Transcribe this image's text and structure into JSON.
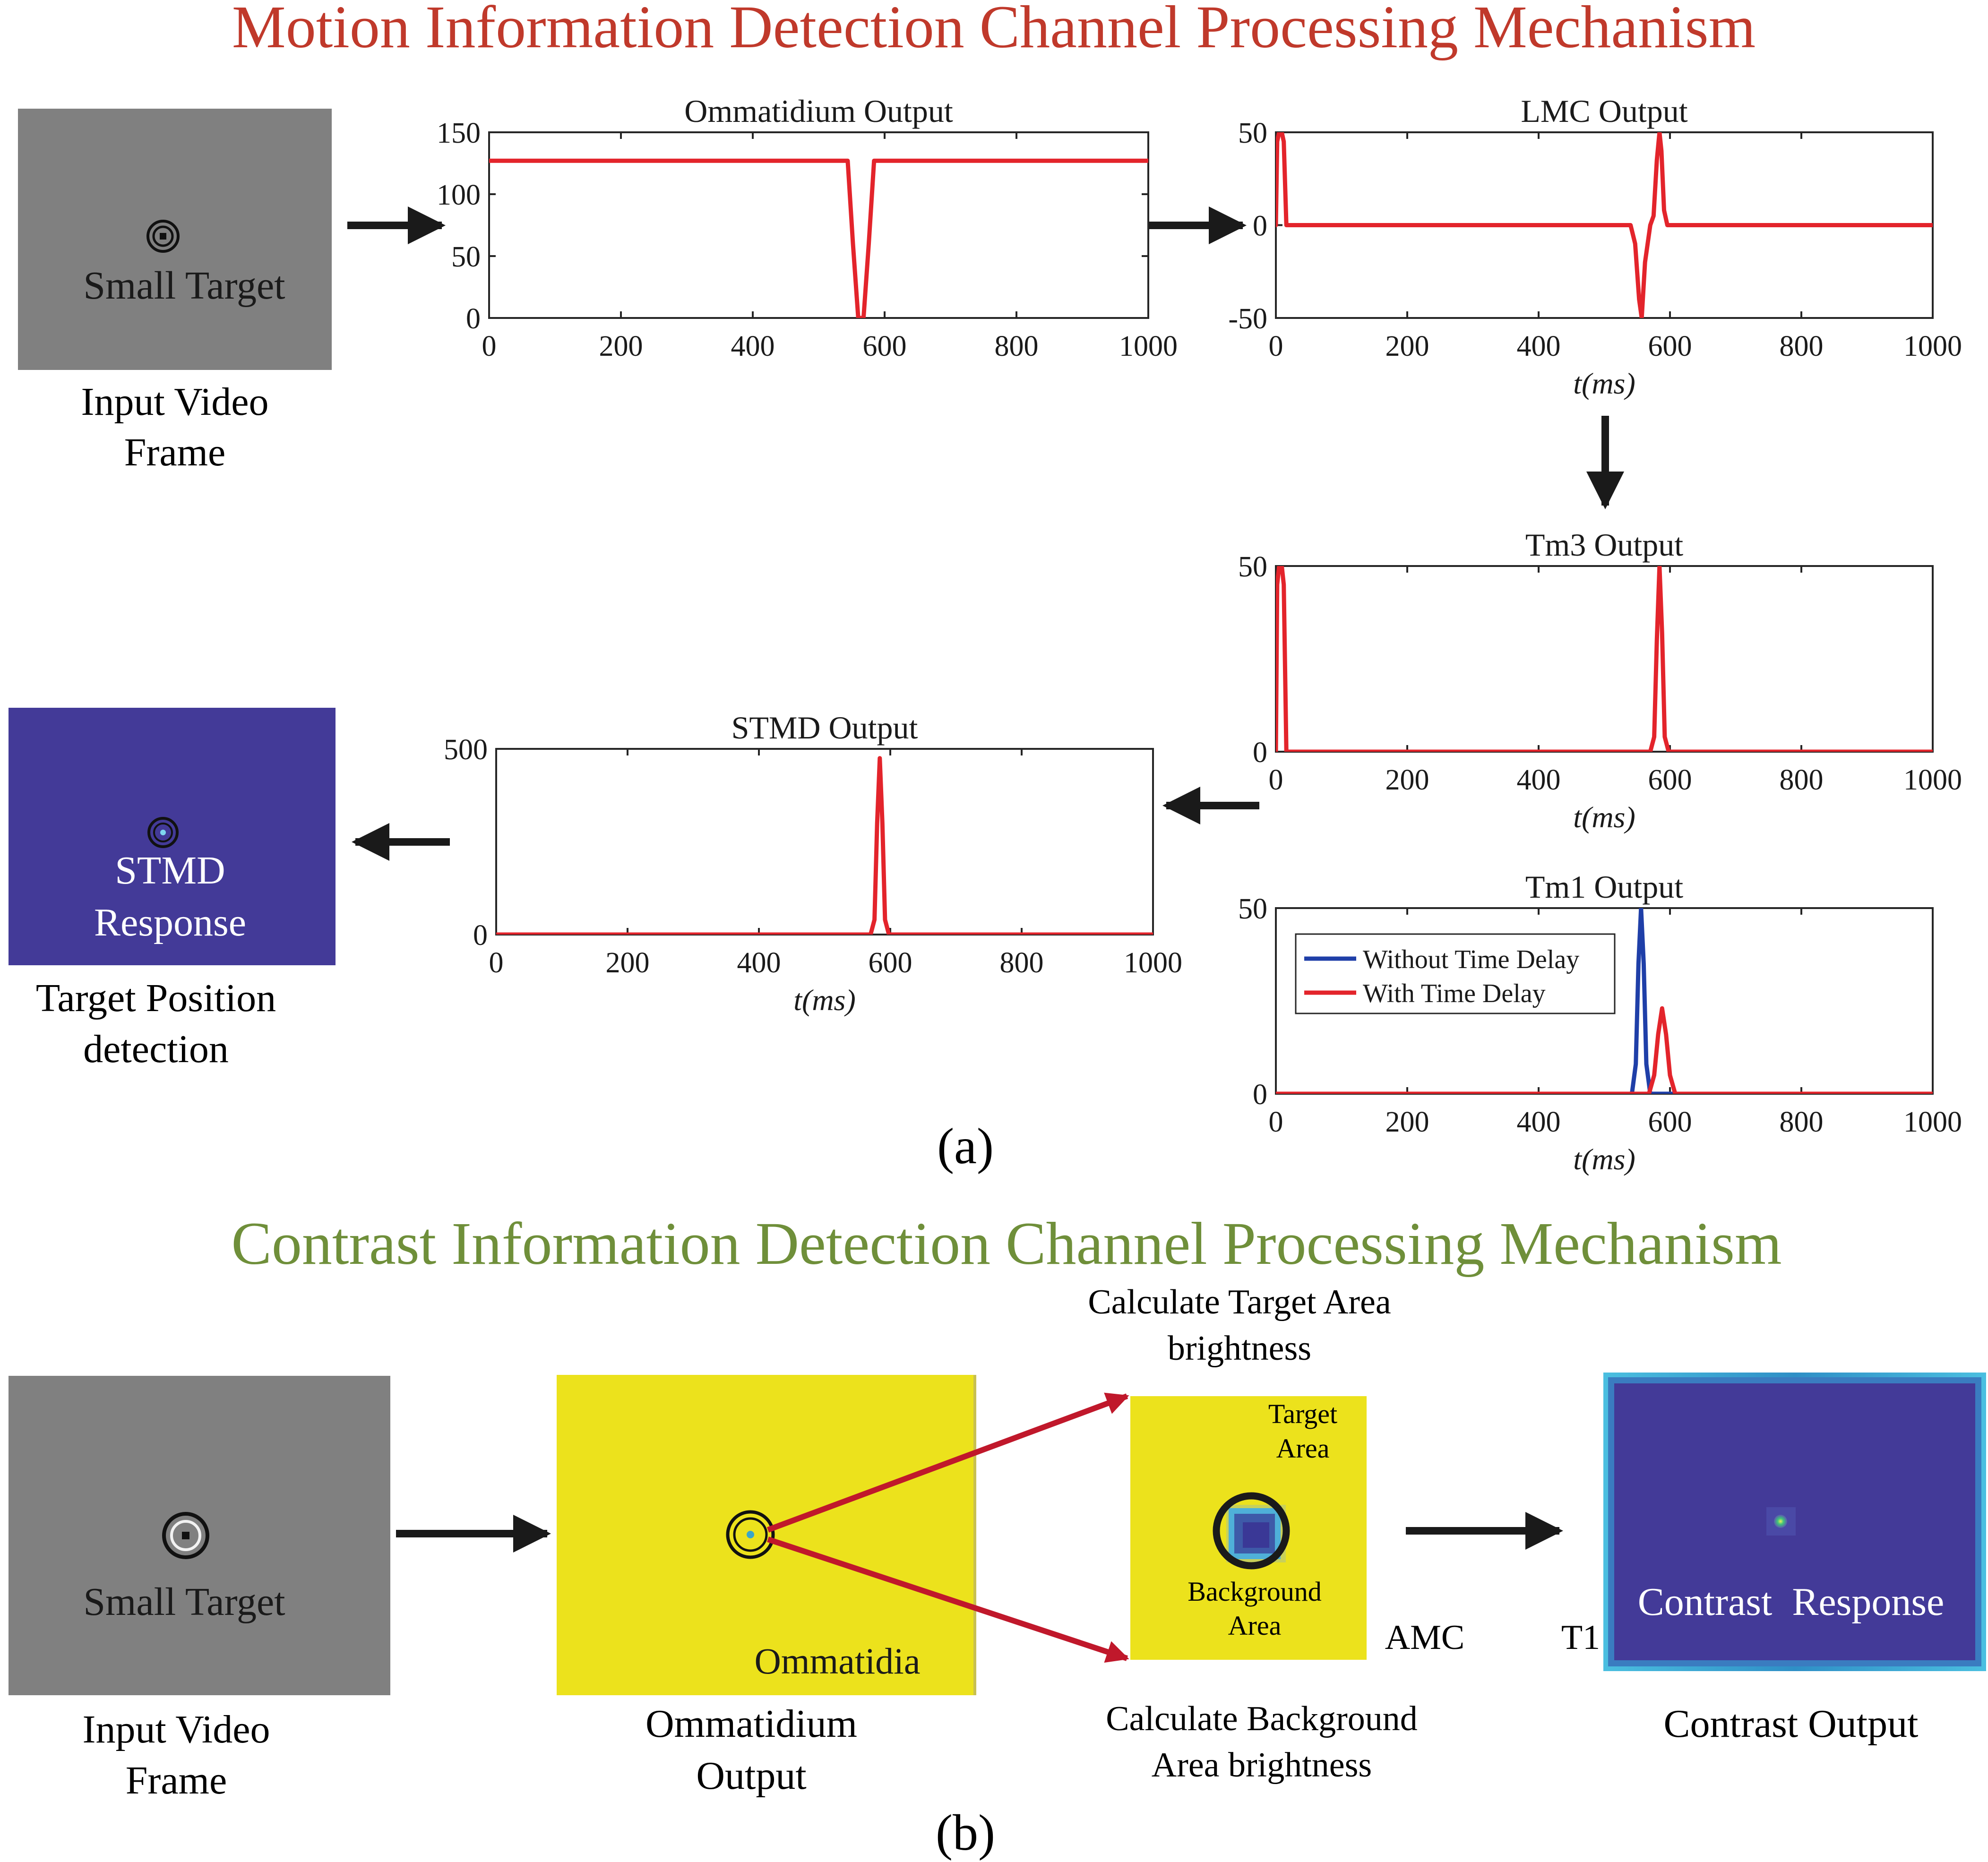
{
  "colors": {
    "motion_title": "#c0392b",
    "contrast_title": "#6f8f3a",
    "trace_red": "#e3242b",
    "trace_blue": "#1f3fa8",
    "panel_gray": "#808080",
    "panel_blue": "#433a98",
    "panel_yellow": "#ece21c",
    "arrow_black": "#1a1a1a",
    "arrow_red": "#c0182b"
  },
  "part_a": {
    "title": "Motion Information Detection Channel Processing Mechanism",
    "input": {
      "caption_line1": "Small Target",
      "label_line1": "Input Video",
      "label_line2": "Frame"
    },
    "stmd_panel": {
      "caption_line1": "STMD",
      "caption_line2": "Response",
      "label_line1": "Target Position",
      "label_line2": "detection"
    },
    "panel_label": "(a)"
  },
  "part_b": {
    "title": "Contrast Information Detection Channel Processing Mechanism",
    "input": {
      "caption": "Small Target",
      "label_line1": "Input Video",
      "label_line2": "Frame"
    },
    "ommatidium": {
      "caption": "Ommatidia",
      "label_line1": "Ommatidium",
      "label_line2": "Output"
    },
    "areas": {
      "top_line1": "Calculate Target Area",
      "top_line2": "brightness",
      "target_line1": "Target",
      "target_line2": "Area",
      "background_line1": "Background",
      "background_line2": "Area",
      "bottom_line1": "Calculate Background",
      "bottom_line2": "Area brightness"
    },
    "amc_label": "AMC",
    "t1_label": "T1",
    "contrast": {
      "caption": "Contrast  Response",
      "label": "Contrast Output"
    },
    "panel_label": "(b)"
  },
  "chart_data": [
    {
      "id": "omm",
      "type": "line",
      "title": "Ommatidium Output",
      "xlabel": "",
      "xlim": [
        0,
        1000
      ],
      "ylim": [
        0,
        150
      ],
      "xticks": [
        0,
        200,
        400,
        600,
        800,
        1000
      ],
      "yticks": [
        0,
        50,
        100,
        150
      ],
      "series": [
        {
          "color": "red",
          "x": [
            0,
            544,
            552,
            560,
            568,
            576,
            584,
            1000
          ],
          "y": [
            127,
            127,
            60,
            0,
            0,
            60,
            127,
            127
          ]
        }
      ]
    },
    {
      "id": "lmc",
      "type": "line",
      "title": "LMC Output",
      "xlabel": "t(ms)",
      "xlim": [
        0,
        1000
      ],
      "ylim": [
        -50,
        50
      ],
      "xticks": [
        0,
        200,
        400,
        600,
        800,
        1000
      ],
      "yticks": [
        -50,
        0,
        50
      ],
      "series": [
        {
          "color": "red",
          "x": [
            0,
            2,
            5,
            9,
            12,
            16,
            540,
            547,
            553,
            557,
            562,
            570,
            575,
            580,
            584,
            587,
            591,
            596,
            1000
          ],
          "y": [
            0,
            45,
            50,
            50,
            45,
            0,
            0,
            -10,
            -40,
            -50,
            -20,
            0,
            5,
            35,
            50,
            40,
            8,
            0,
            0
          ]
        }
      ]
    },
    {
      "id": "tm3",
      "type": "line",
      "title": "Tm3 Output",
      "xlabel": "t(ms)",
      "xlim": [
        0,
        1000
      ],
      "ylim": [
        0,
        50
      ],
      "xticks": [
        0,
        200,
        400,
        600,
        800,
        1000
      ],
      "yticks": [
        0,
        50
      ],
      "series": [
        {
          "color": "red",
          "x": [
            0,
            2,
            5,
            9,
            12,
            16,
            570,
            576,
            580,
            584,
            588,
            592,
            598,
            1000
          ],
          "y": [
            0,
            45,
            50,
            50,
            45,
            0,
            0,
            4,
            30,
            50,
            32,
            4,
            0,
            0
          ]
        }
      ]
    },
    {
      "id": "tm1",
      "type": "line",
      "title": "Tm1 Output",
      "xlabel": "t(ms)",
      "xlim": [
        0,
        1000
      ],
      "ylim": [
        0,
        50
      ],
      "xticks": [
        0,
        200,
        400,
        600,
        800,
        1000
      ],
      "yticks": [
        0,
        50
      ],
      "legend": "top-left",
      "series": [
        {
          "name": "Without Time Delay",
          "color": "blue",
          "x": [
            0,
            542,
            548,
            552,
            556,
            560,
            564,
            570,
            1000
          ],
          "y": [
            0,
            0,
            8,
            35,
            50,
            35,
            8,
            0,
            0
          ]
        },
        {
          "name": "With Time Delay",
          "color": "red",
          "x": [
            0,
            568,
            576,
            582,
            588,
            594,
            600,
            608,
            1000
          ],
          "y": [
            0,
            0,
            5,
            16,
            23,
            16,
            5,
            0,
            0
          ]
        }
      ]
    },
    {
      "id": "stmd",
      "type": "line",
      "title": "STMD Output",
      "xlabel": "t(ms)",
      "xlim": [
        0,
        1000
      ],
      "ylim": [
        0,
        500
      ],
      "xticks": [
        0,
        200,
        400,
        600,
        800,
        1000
      ],
      "yticks": [
        0,
        500
      ],
      "series": [
        {
          "color": "red",
          "x": [
            0,
            570,
            576,
            580,
            584,
            588,
            592,
            598,
            1000
          ],
          "y": [
            0,
            0,
            40,
            300,
            475,
            300,
            40,
            0,
            0
          ]
        }
      ]
    }
  ]
}
